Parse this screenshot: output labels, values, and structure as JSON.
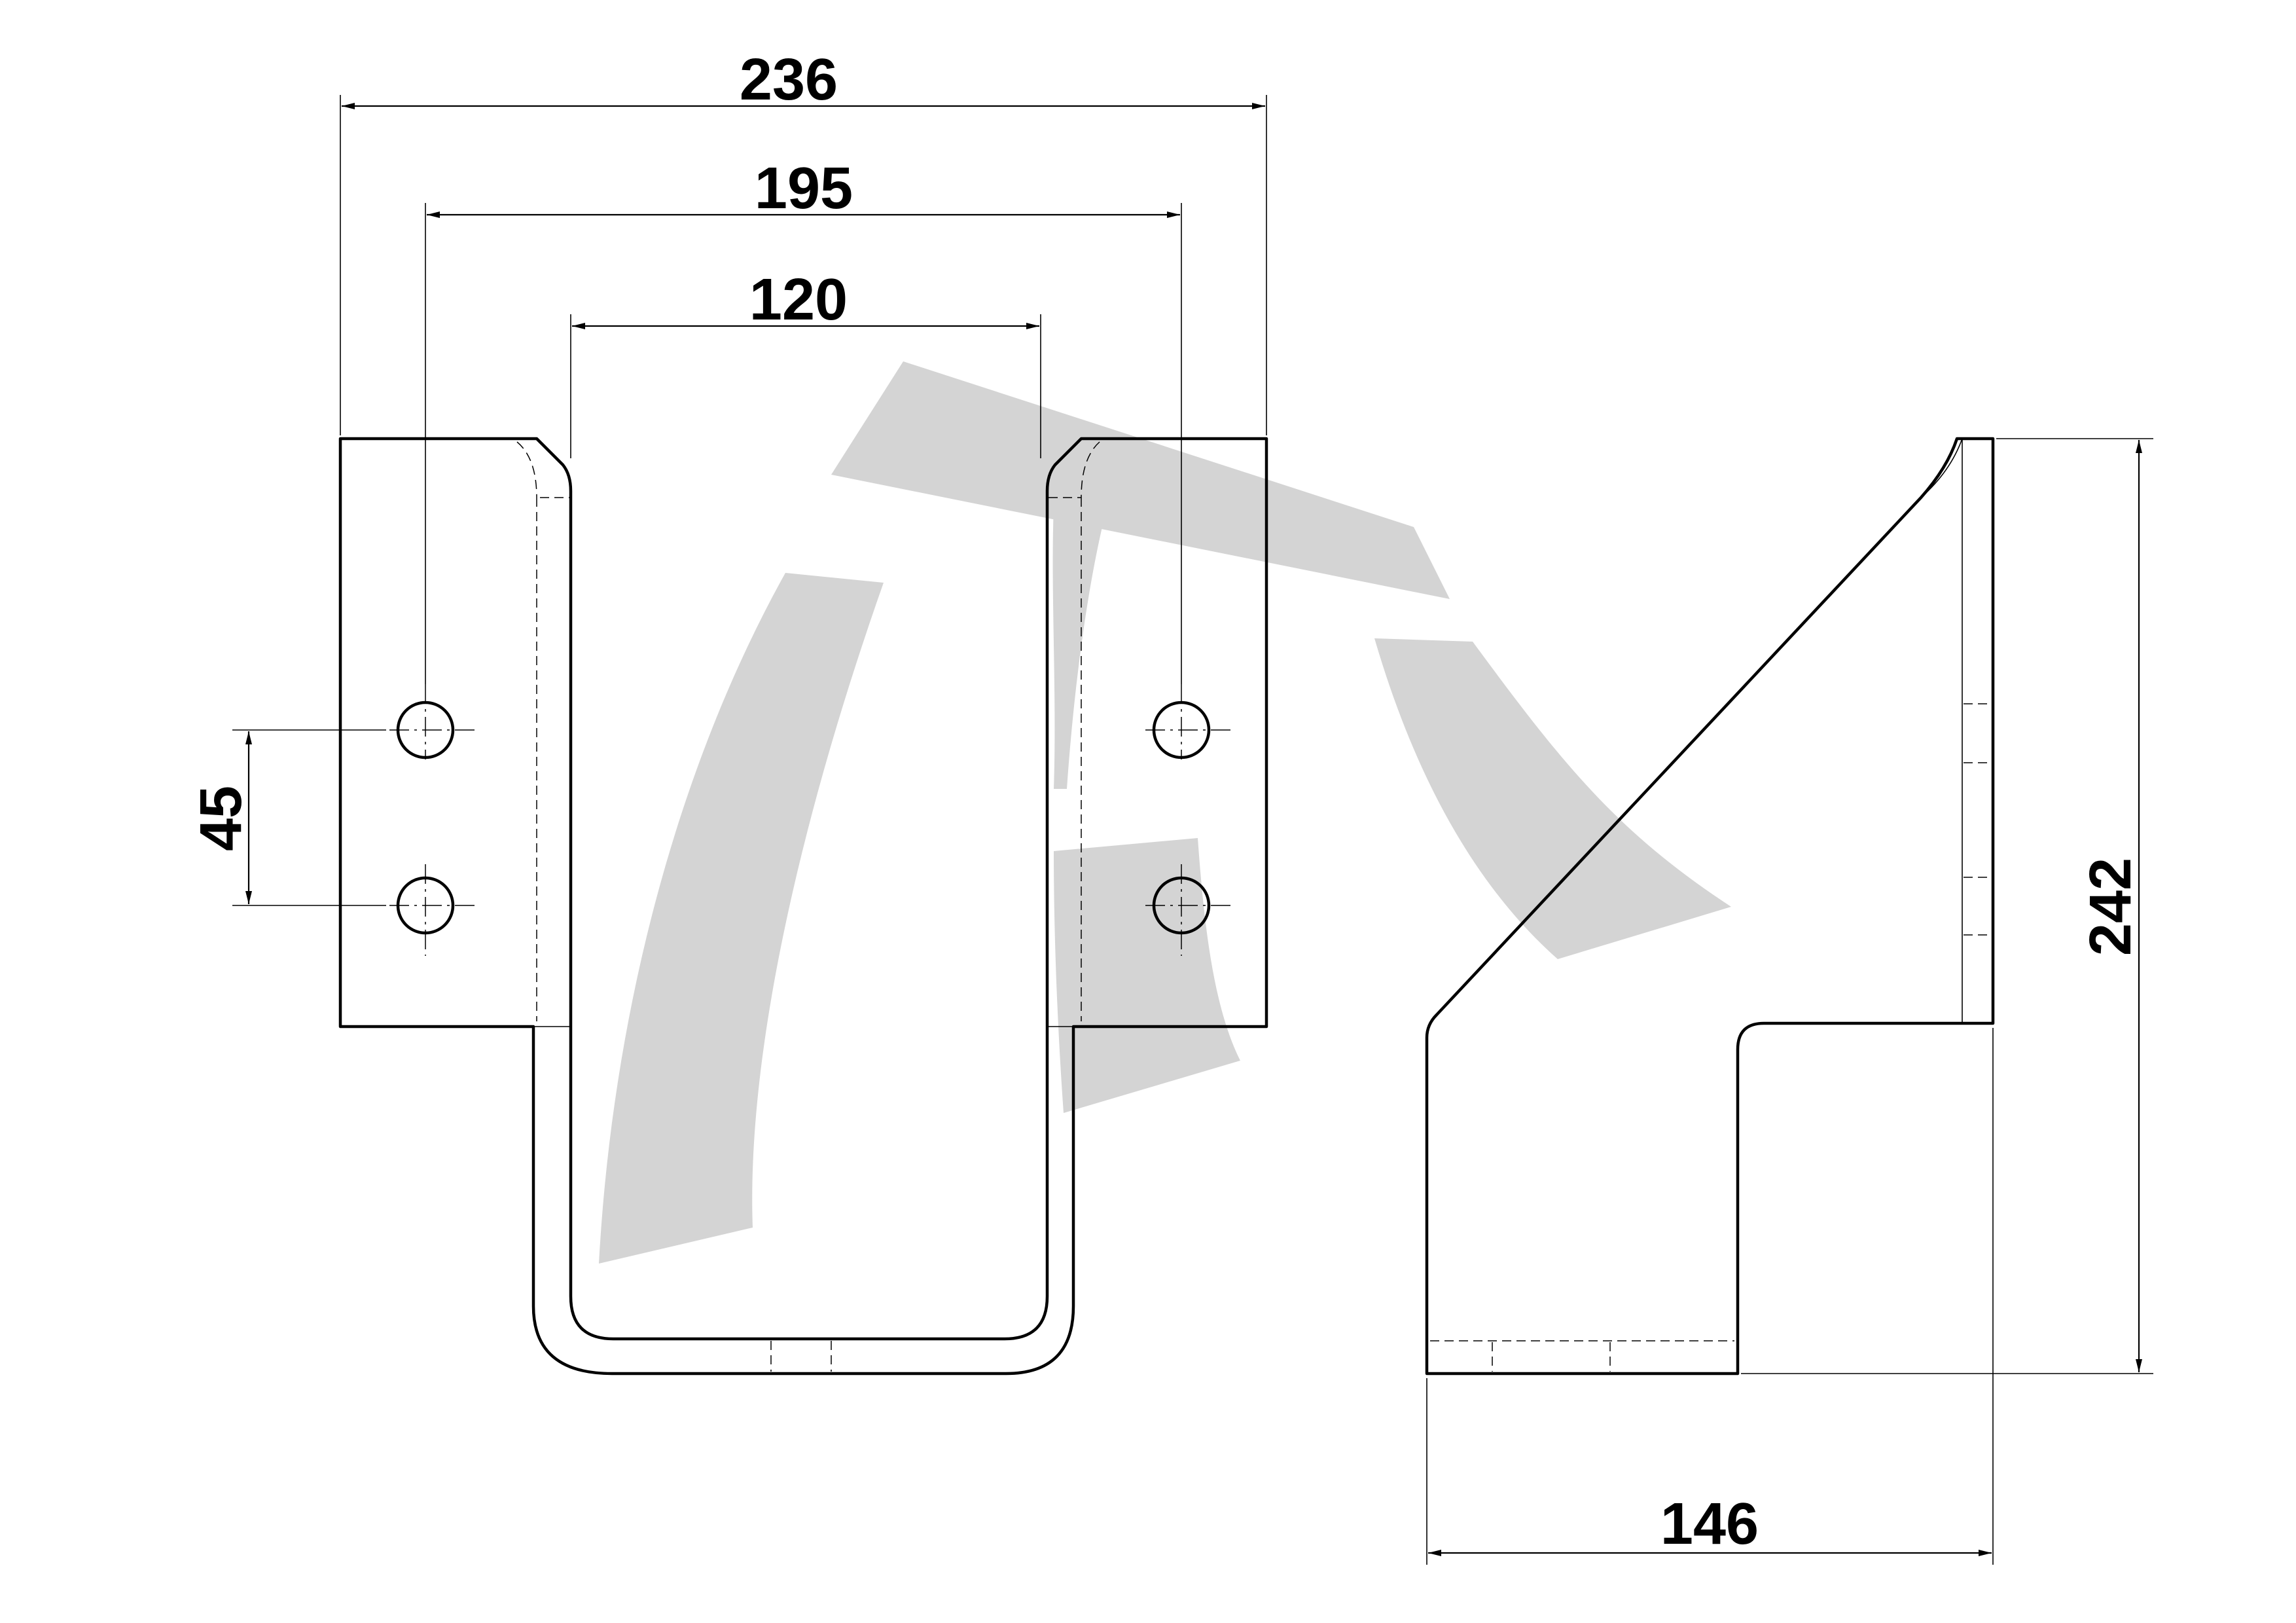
{
  "dimensions": {
    "overall_width": "236",
    "hole_spacing_horizontal": "195",
    "inner_width": "120",
    "hole_spacing_vertical": "45",
    "side_height": "242",
    "side_depth": "146"
  },
  "colors": {
    "line": "#000000",
    "watermark": "#d4d4d4",
    "background": "#ffffff"
  }
}
